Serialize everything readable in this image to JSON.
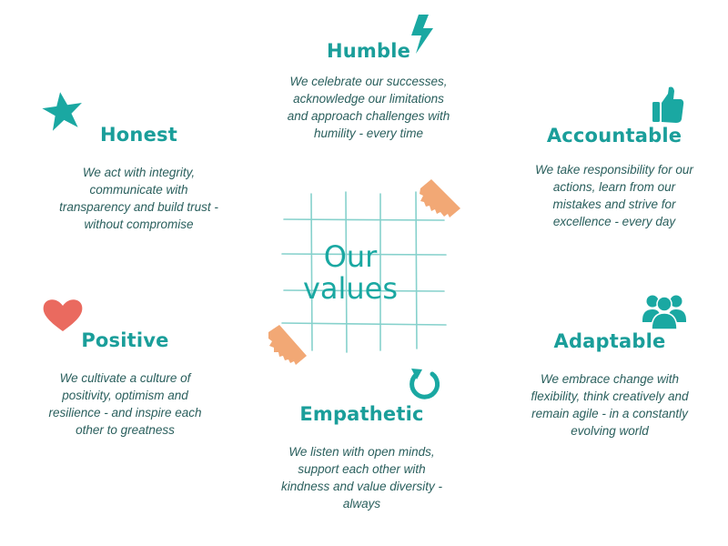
{
  "colors": {
    "teal": "#1aa8a2",
    "dark_teal": "#2a5f5d",
    "heart": "#ea6a5f",
    "tape": "#f2a875",
    "grid": "#7fcfca"
  },
  "center": {
    "title": "Our\nvalues"
  },
  "values": {
    "humble": {
      "title": "Humble",
      "icon": "lightning-icon",
      "desc": "We celebrate our successes,\nacknowledge our limitations\nand approach challenges with\nhumility - every time"
    },
    "honest": {
      "title": "Honest",
      "icon": "star-icon",
      "desc": "We act with integrity,\ncommunicate with\ntransparency and build trust -\nwithout compromise"
    },
    "accountable": {
      "title": "Accountable",
      "icon": "thumbs-up-icon",
      "desc": "We take responsibility for our\nactions, learn from our\nmistakes and strive for\nexcellence - every day"
    },
    "positive": {
      "title": "Positive",
      "icon": "heart-icon",
      "desc": "We cultivate a culture of\npositivity, optimism and\nresilience - and inspire each\nother to greatness"
    },
    "adaptable": {
      "title": "Adaptable",
      "icon": "people-icon",
      "desc": "We embrace change with\nflexibility, think creatively and\nremain agile - in a constantly\nevolving world"
    },
    "empathetic": {
      "title": "Empathetic",
      "icon": "refresh-icon",
      "desc": "We listen with open minds,\nsupport each other with\nkindness and value diversity -\nalways"
    }
  }
}
